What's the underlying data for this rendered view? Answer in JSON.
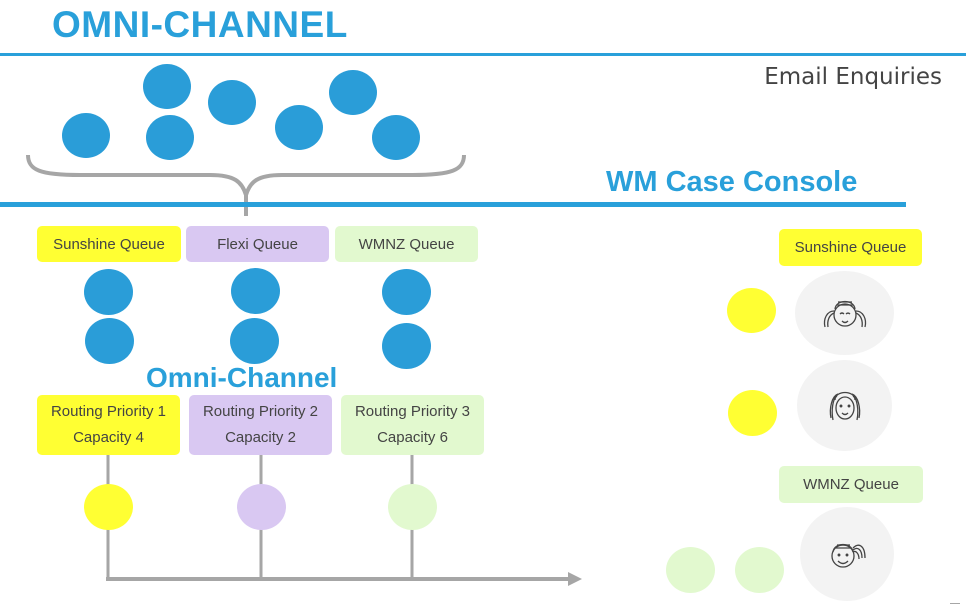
{
  "header": {
    "title": "OMNI-CHANNEL",
    "email_label": "Email Enquiries",
    "console_label": "WM Case Console"
  },
  "colors": {
    "accent_blue": "#29a0da",
    "work_item_blue": "#2a9dd8",
    "sunshine_yellow": "#ffff33",
    "flexi_purple": "#d9c8f2",
    "wmnz_green": "#e2f9cf",
    "connector_gray": "#a6a6a6",
    "agent_bg": "#f3f3f3"
  },
  "incoming_emails": {
    "count": 7,
    "icon": "email-item-circle"
  },
  "queues": [
    {
      "name": "Sunshine Queue",
      "items": 2,
      "color": "yellow"
    },
    {
      "name": "Flexi Queue",
      "items": 2,
      "color": "purple"
    },
    {
      "name": "WMNZ Queue",
      "items": 2,
      "color": "green"
    }
  ],
  "omni_channel_label": "Omni-Channel",
  "routing": [
    {
      "priority": "Routing Priority 1",
      "capacity": "Capacity 4",
      "color": "yellow"
    },
    {
      "priority": "Routing Priority 2",
      "capacity": "Capacity 2",
      "color": "purple"
    },
    {
      "priority": "Routing Priority 3",
      "capacity": "Capacity 6",
      "color": "green"
    }
  ],
  "console": {
    "groups": [
      {
        "queue": "Sunshine Queue",
        "agents": [
          {
            "icon": "girl-pigtails-avatar",
            "assigned_items": 1
          },
          {
            "icon": "girl-long-hair-avatar",
            "assigned_items": 1
          }
        ]
      },
      {
        "queue": "WMNZ Queue",
        "agents": [
          {
            "icon": "girl-ponytail-avatar",
            "assigned_items": 2
          }
        ]
      }
    ]
  }
}
